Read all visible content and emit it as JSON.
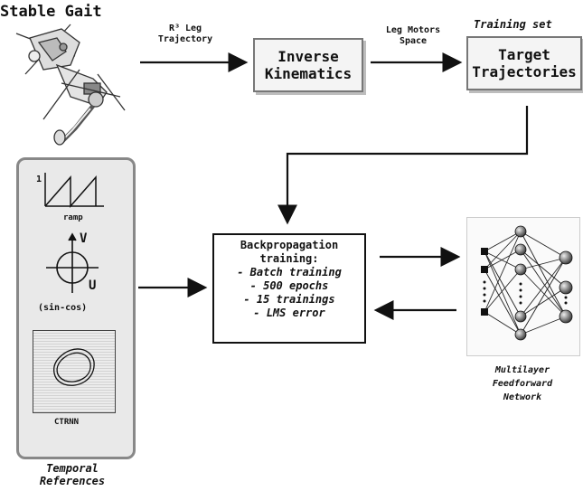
{
  "title": "Stable Gait",
  "arrow1_label": [
    "R³ Leg",
    "Trajectory"
  ],
  "box_ik": [
    "Inverse",
    "Kinematics"
  ],
  "arrow2_label": [
    "Leg Motors",
    "Space"
  ],
  "training_set_label": "Training set",
  "box_target": [
    "Target",
    "Trajectories"
  ],
  "temporal": {
    "ramp_axis": "1",
    "ramp_label": "ramp",
    "v_label": "V",
    "u_label": "U",
    "sincos_label": "(sin-cos)",
    "ctrnn_label": "CTRNN",
    "caption": [
      "Temporal",
      "References"
    ]
  },
  "bp_box": {
    "title": [
      "Backpropagation",
      "training:"
    ],
    "items": [
      "- Batch training",
      "- 500 epochs",
      "- 15 trainings",
      "- LMS error"
    ]
  },
  "network_caption": [
    "Multilayer",
    "Feedforward",
    "Network"
  ]
}
